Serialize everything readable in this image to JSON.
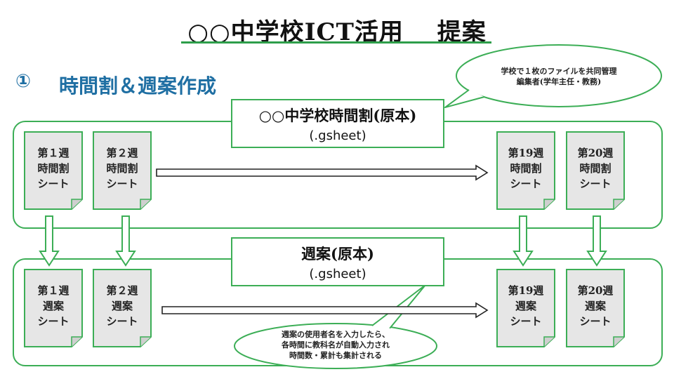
{
  "title": "○○中学校ICT活用　 提案",
  "section": {
    "number": "①",
    "title": "時間割＆週案作成"
  },
  "timetable_group": {
    "label": "○○中学校時間割(原本)",
    "ext": "(.gsheet)",
    "sheets": [
      {
        "line1": "第１週",
        "line2": "時間割",
        "line3": "シート"
      },
      {
        "line1": "第２週",
        "line2": "時間割",
        "line3": "シート"
      },
      {
        "line1": "第19週",
        "line2": "時間割",
        "line3": "シート"
      },
      {
        "line1": "第20週",
        "line2": "時間割",
        "line3": "シート"
      }
    ]
  },
  "weekly_group": {
    "label": "週案(原本)",
    "ext": "(.gsheet)",
    "sheets": [
      {
        "line1": "第１週",
        "line2": "週案",
        "line3": "シート"
      },
      {
        "line1": "第２週",
        "line2": "週案",
        "line3": "シート"
      },
      {
        "line1": "第19週",
        "line2": "週案",
        "line3": "シート"
      },
      {
        "line1": "第20週",
        "line2": "週案",
        "line3": "シート"
      }
    ]
  },
  "callout_top": {
    "line1": "学校で１枚のファイルを共同管理",
    "line2": "編集者(学年主任・教務)"
  },
  "callout_bottom": {
    "line1": "週案の使用者名を入力したら、",
    "line2": "各時間に教科名が自動入力され",
    "line3": "時間数・累計も集計される"
  },
  "colors": {
    "green": "#3cae56",
    "blue": "#1f6fa3",
    "sheet_fill": "#e6e6e6"
  }
}
